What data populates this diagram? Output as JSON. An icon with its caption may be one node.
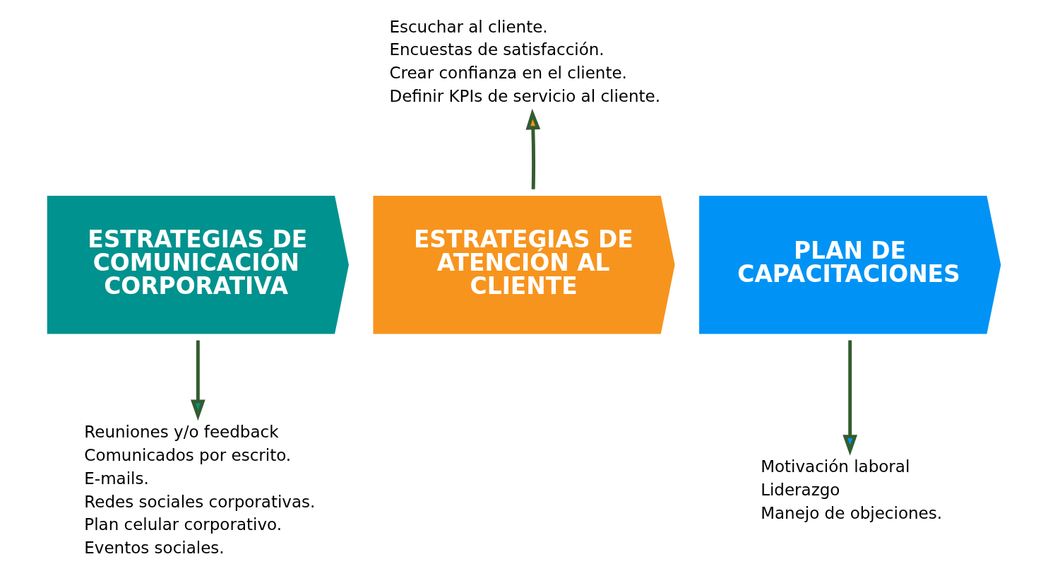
{
  "diagram": {
    "nodes": [
      {
        "text": [
          "ESTRATEGIAS DE COMUNICACIÓN CORPORATIVA"
        ]
      },
      {
        "text": [
          "ESTRATEGIAS DE ATENCIÓN AL CLIENTE"
        ]
      },
      {
        "text": [
          "PLAN DE CAPACITACIONES"
        ]
      },
      {
        "text": [
          "Escuchar al cliente.",
          "Encuestas de satisfacción.",
          "Crear confianza en el cliente.",
          "Definir KPIs de servicio al cliente."
        ]
      },
      {
        "text": [
          "Reuniones y/o feedback",
          "Comunicados por escrito.",
          "E-mails.",
          "Redes sociales corporativas.",
          "Plan celular corporativo.",
          "Eventos sociales."
        ]
      },
      {
        "text": [
          "Motivación laboral",
          "Liderazgo",
          "Manejo de objeciones."
        ]
      }
    ],
    "edges": [
      {
        "from": 1,
        "to": 3,
        "arrow": "to"
      },
      {
        "from": 0,
        "to": 4,
        "arrow": "to"
      },
      {
        "from": 2,
        "to": 5,
        "arrow": "to"
      }
    ]
  }
}
